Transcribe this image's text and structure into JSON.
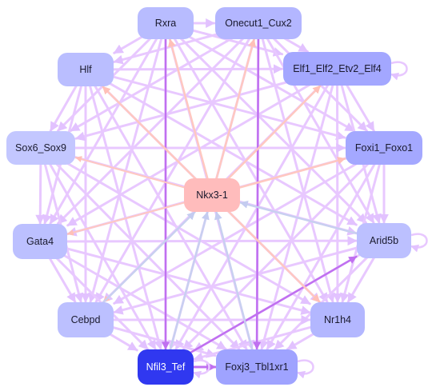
{
  "nodes": [
    {
      "id": "rxra",
      "label": "Rxra",
      "color": "#b8bcff"
    },
    {
      "id": "onecut1",
      "label": "Onecut1_Cux2",
      "color": "#b3b6ff"
    },
    {
      "id": "hlf",
      "label": "Hlf",
      "color": "#babeff"
    },
    {
      "id": "elf1",
      "label": "Elf1_Elf2_Etv2_Elf4",
      "color": "#a3a7ff"
    },
    {
      "id": "sox6",
      "label": "Sox6_Sox9",
      "color": "#c3c7ff"
    },
    {
      "id": "foxi1",
      "label": "Foxi1_Foxo1",
      "color": "#a4a8ff"
    },
    {
      "id": "nkx3",
      "label": "Nkx3-1",
      "color": "#ffbcbc"
    },
    {
      "id": "gata4",
      "label": "Gata4",
      "color": "#bcc0ff"
    },
    {
      "id": "arid5b",
      "label": "Arid5b",
      "color": "#bcc0ff"
    },
    {
      "id": "cebpd",
      "label": "Cebpd",
      "color": "#bcc0ff"
    },
    {
      "id": "nr1h4",
      "label": "Nr1h4",
      "color": "#b3b7ff"
    },
    {
      "id": "nfil3",
      "label": "Nfil3_Tef",
      "color": "#3038f0"
    },
    {
      "id": "foxj3",
      "label": "Foxj3_Tbl1xr1",
      "color": "#9fa3ff"
    }
  ],
  "edge_colors": {
    "activation": "#e8c8ff",
    "strong_activation": "#c070f0",
    "hub_out": "#ffc8c0",
    "hub_in": "#c8d0f0"
  }
}
